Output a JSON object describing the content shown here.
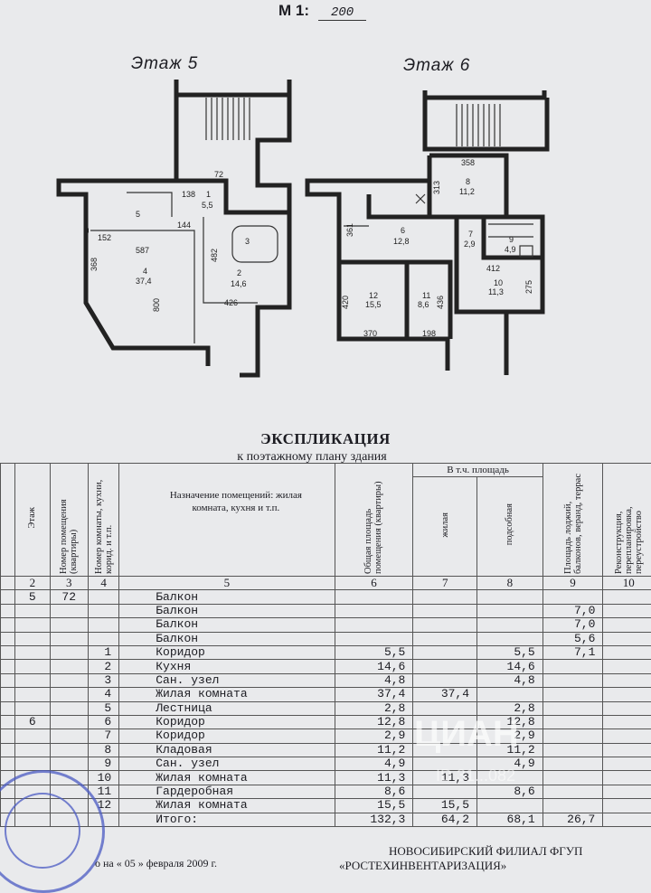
{
  "scale": {
    "label": "М 1:",
    "value": "200"
  },
  "floors": {
    "floor5": "Этаж 5",
    "floor6": "Этаж 6"
  },
  "plan_labels": {
    "f5": [
      "72",
      "138",
      "1",
      "5,5",
      "5",
      "144",
      "152",
      "587",
      "4",
      "37,4",
      "368",
      "800",
      "3",
      "482",
      "2",
      "14,6",
      "426"
    ],
    "f6": [
      "358",
      "8",
      "11,2",
      "313",
      "361",
      "6",
      "12,8",
      "7",
      "2,9",
      "9",
      "4,9",
      "412",
      "10",
      "11,3",
      "275",
      "12",
      "15,5",
      "420",
      "11",
      "8,6",
      "436",
      "370",
      "198"
    ]
  },
  "document": {
    "title": "ЭКСПЛИКАЦИЯ",
    "subtitle": "к поэтажному плану здания",
    "header": {
      "floor": "Этаж",
      "apartment": "Номер помещения (квартиры)",
      "room": "Номер комнаты, кухни, корид. и т.п.",
      "purpose": "Назначение помещений: жилая комната, кухня и т.п.",
      "total": "Общая площадь помещения (квартиры)",
      "incl": "В т.ч. площадь",
      "living": "жилая",
      "aux": "подсобная",
      "loggia": "Площадь лоджий, балконов, веранд, террас",
      "recon": "Реконструкция, перепланировка, переустройство"
    },
    "col_numbers": [
      "2",
      "3",
      "4",
      "5",
      "6",
      "7",
      "8",
      "9",
      "10"
    ],
    "rows": [
      {
        "floor": "5",
        "apt": "72",
        "room": "",
        "name": "Балкон",
        "total": "",
        "living": "",
        "aux": "",
        "loggia": "",
        "recon": ""
      },
      {
        "floor": "",
        "apt": "",
        "room": "",
        "name": "Балкон",
        "total": "",
        "living": "",
        "aux": "",
        "loggia": "7,0",
        "recon": ""
      },
      {
        "floor": "",
        "apt": "",
        "room": "",
        "name": "Балкон",
        "total": "",
        "living": "",
        "aux": "",
        "loggia": "7,0",
        "recon": ""
      },
      {
        "floor": "",
        "apt": "",
        "room": "",
        "name": "Балкон",
        "total": "",
        "living": "",
        "aux": "",
        "loggia": "5,6",
        "recon": ""
      },
      {
        "floor": "",
        "apt": "",
        "room": "1",
        "name": "Коридор",
        "total": "5,5",
        "living": "",
        "aux": "5,5",
        "loggia": "7,1",
        "recon": ""
      },
      {
        "floor": "",
        "apt": "",
        "room": "2",
        "name": "Кухня",
        "total": "14,6",
        "living": "",
        "aux": "14,6",
        "loggia": "",
        "recon": ""
      },
      {
        "floor": "",
        "apt": "",
        "room": "3",
        "name": "Сан. узел",
        "total": "4,8",
        "living": "",
        "aux": "4,8",
        "loggia": "",
        "recon": ""
      },
      {
        "floor": "",
        "apt": "",
        "room": "4",
        "name": "Жилая комната",
        "total": "37,4",
        "living": "37,4",
        "aux": "",
        "loggia": "",
        "recon": ""
      },
      {
        "floor": "",
        "apt": "",
        "room": "5",
        "name": "Лестница",
        "total": "2,8",
        "living": "",
        "aux": "2,8",
        "loggia": "",
        "recon": ""
      },
      {
        "floor": "6",
        "apt": "",
        "room": "6",
        "name": "Коридор",
        "total": "12,8",
        "living": "",
        "aux": "12,8",
        "loggia": "",
        "recon": ""
      },
      {
        "floor": "",
        "apt": "",
        "room": "7",
        "name": "Коридор",
        "total": "2,9",
        "living": "",
        "aux": "2,9",
        "loggia": "",
        "recon": ""
      },
      {
        "floor": "",
        "apt": "",
        "room": "8",
        "name": "Кладовая",
        "total": "11,2",
        "living": "",
        "aux": "11,2",
        "loggia": "",
        "recon": ""
      },
      {
        "floor": "",
        "apt": "",
        "room": "9",
        "name": "Сан. узел",
        "total": "4,9",
        "living": "",
        "aux": "4,9",
        "loggia": "",
        "recon": ""
      },
      {
        "floor": "",
        "apt": "",
        "room": "10",
        "name": "Жилая комната",
        "total": "11,3",
        "living": "11,3",
        "aux": "",
        "loggia": "",
        "recon": ""
      },
      {
        "floor": "",
        "apt": "",
        "room": "11",
        "name": "Гардеробная",
        "total": "8,6",
        "living": "",
        "aux": "8,6",
        "loggia": "",
        "recon": ""
      },
      {
        "floor": "",
        "apt": "",
        "room": "12",
        "name": "Жилая комната",
        "total": "15,5",
        "living": "15,5",
        "aux": "",
        "loggia": "",
        "recon": ""
      },
      {
        "floor": "",
        "apt": "",
        "room": "",
        "name": "Итого:",
        "total": "132,3",
        "living": "64,2",
        "aux": "68,1",
        "loggia": "26,7",
        "recon": ""
      }
    ],
    "footer_org": "НОВОСИБИРСКИЙ ФИЛИАЛ ФГУП",
    "footer_org2": "«РОСТЕХИНВЕНТАРИЗАЦИЯ»",
    "footer_date": "о на « 05 » февраля 2009 г.",
    "watermark": "ЦИАН",
    "watermark_id": "ID 31...082"
  },
  "colors": {
    "paper": "#e9eaec",
    "ink": "#1c1c22",
    "stamp": "#4b5bc3"
  }
}
